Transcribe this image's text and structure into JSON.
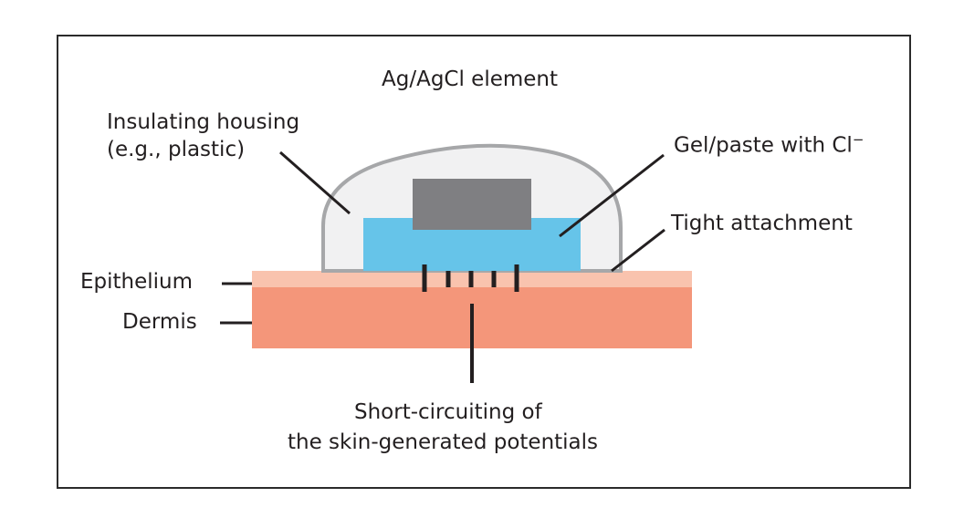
{
  "figure": {
    "labels": {
      "element": "Ag/AgCl element",
      "housing_line1": "Insulating housing",
      "housing_line2": "(e.g., plastic)",
      "gel": "Gel/paste with Cl",
      "gel_superscript": "−",
      "attachment": "Tight attachment",
      "epithelium": "Epithelium",
      "dermis": "Dermis",
      "short_line1": "Short-circuiting of",
      "short_line2": "the skin-generated potentials"
    },
    "colors": {
      "housing_fill": "#f1f1f2",
      "housing_stroke": "#a6a7a9",
      "element_fill": "#7f7f82",
      "gel_fill": "#66c4e9",
      "epithelium_fill": "#f9c3ae",
      "dermis_fill": "#f4967a",
      "leader_lines": "#231f20"
    }
  }
}
